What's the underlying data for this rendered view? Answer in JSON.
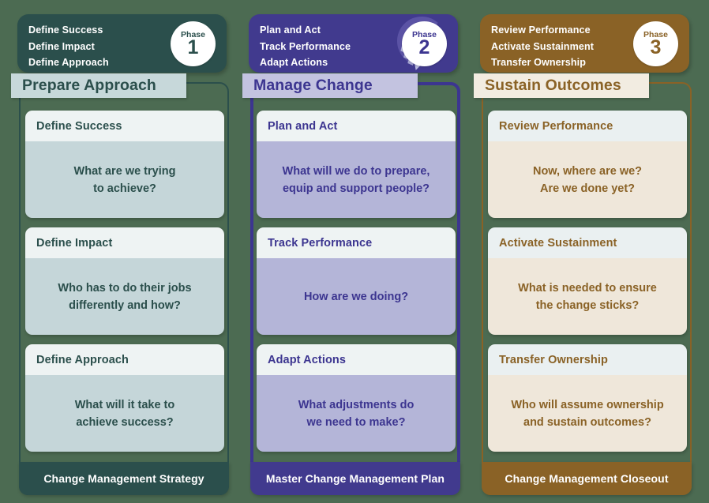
{
  "background_color": "#4c6b52",
  "phases": [
    {
      "number": "1",
      "phase_word": "Phase",
      "title": "Prepare Approach",
      "mini_list": [
        "Define Success",
        "Define Impact",
        "Define Approach"
      ],
      "footer": "Change Management Strategy",
      "colors": {
        "dark": "#2b4f4c",
        "title_bg": "#c7d8da",
        "title_text": "#2b4f4c",
        "card_head_bg": "#eef3f3",
        "card_head_text": "#2b4f4c",
        "card_body_bg": "#c5d6d9",
        "card_body_text": "#2b4f4c",
        "border": "#2b4f4c",
        "badge_text": "#2b4f4c",
        "border_width": "2px"
      },
      "cards": [
        {
          "head": "Define Success",
          "body": "What are we trying\nto achieve?"
        },
        {
          "head": "Define Impact",
          "body": "Who has to do their jobs\ndifferently and how?"
        },
        {
          "head": "Define Approach",
          "body": "What will it take to\nachieve success?"
        }
      ]
    },
    {
      "number": "2",
      "phase_word": "Phase",
      "title": "Manage Change",
      "mini_list": [
        "Plan and Act",
        "Track Performance",
        "Adapt Actions"
      ],
      "footer": "Master Change Management Plan",
      "colors": {
        "dark": "#413a8e",
        "title_bg": "#c3c3e0",
        "title_text": "#3c3590",
        "card_head_bg": "#eef3f3",
        "card_head_text": "#3c3590",
        "card_body_bg": "#b4b5d8",
        "card_body_text": "#3c3590",
        "border": "#3c3590",
        "badge_text": "#3c3590",
        "border_width": "4px"
      },
      "cards": [
        {
          "head": "Plan and Act",
          "body": "What will we do to prepare,\nequip and support people?"
        },
        {
          "head": "Track Performance",
          "body": "How are we doing?"
        },
        {
          "head": "Adapt Actions",
          "body": "What adjustments do\nwe need to make?"
        }
      ]
    },
    {
      "number": "3",
      "phase_word": "Phase",
      "title": "Sustain Outcomes",
      "mini_list": [
        "Review Performance",
        "Activate Sustainment",
        "Transfer Ownership"
      ],
      "footer": "Change Management Closeout",
      "colors": {
        "dark": "#8a6226",
        "title_bg": "#f2ece1",
        "title_text": "#8a6226",
        "card_head_bg": "#eaf0f1",
        "card_head_text": "#8a6226",
        "card_body_bg": "#efe7da",
        "card_body_text": "#8a6226",
        "border": "#8a6226",
        "badge_text": "#8a6226",
        "border_width": "2px"
      },
      "cards": [
        {
          "head": "Review Performance",
          "body": "Now, where are we?\nAre we done yet?"
        },
        {
          "head": "Activate Sustainment",
          "body": "What is needed to ensure\nthe change sticks?"
        },
        {
          "head": "Transfer Ownership",
          "body": "Who will assume ownership\nand sustain outcomes?"
        }
      ]
    }
  ],
  "icons": {
    "cycle_arrow": "cycle-arrow-icon"
  }
}
